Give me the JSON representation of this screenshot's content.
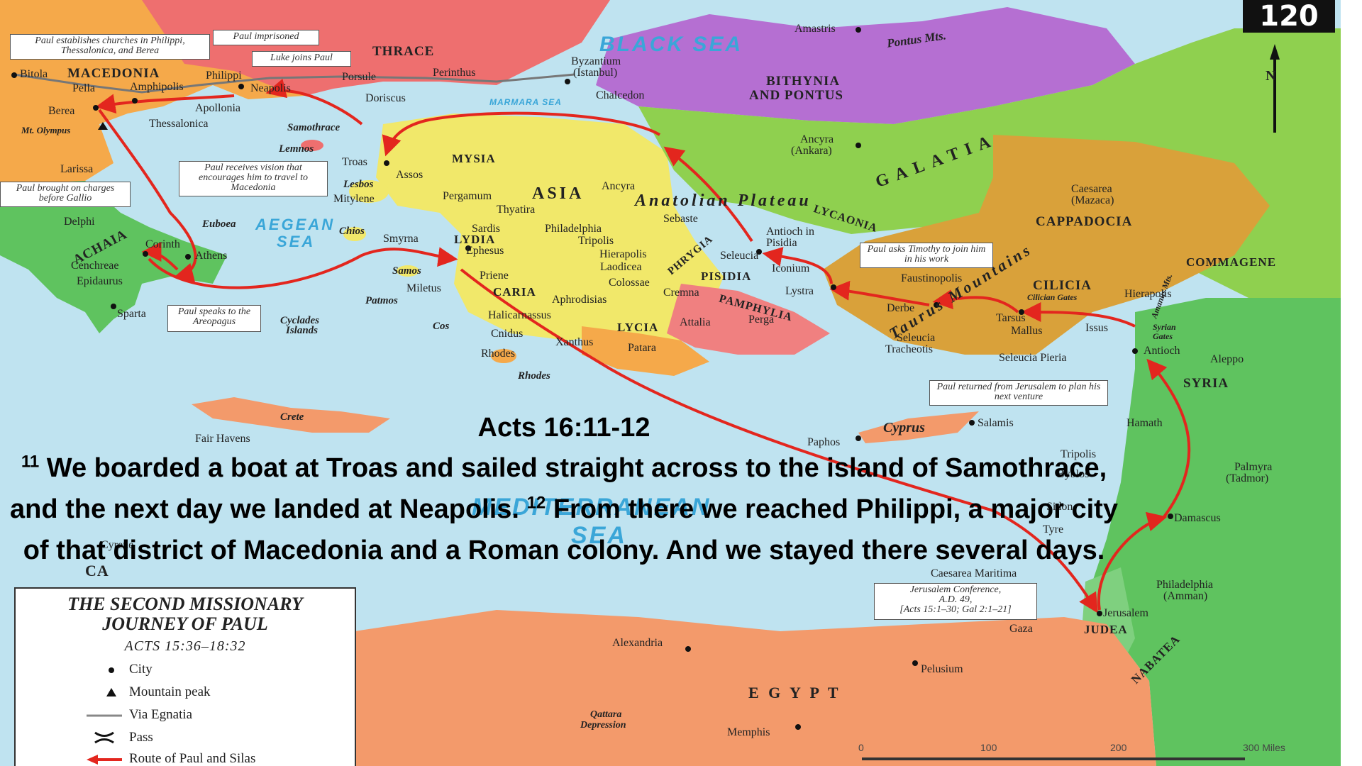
{
  "page_number": "120",
  "scripture": {
    "reference": "Acts 16:11-12",
    "verse11_number": "11",
    "verse11_text": "We boarded a boat at Troas and sailed straight across to the island of Samothrace, and the next day we landed at Neapolis.",
    "verse12_number": "12",
    "verse12_text": "From there we reached Philippi, a major city of that district of Macedonia and a Roman colony. And we stayed there several days."
  },
  "legend": {
    "title_line1": "THE SECOND MISSIONARY",
    "title_line2": "JOURNEY OF PAUL",
    "subtitle": "ACTS 15:36–18:32",
    "items": [
      {
        "label": "City",
        "symbol": "dot"
      },
      {
        "label": "Mountain peak",
        "symbol": "triangle"
      },
      {
        "label": "Via Egnatia",
        "symbol": "gray-line"
      },
      {
        "label": "Pass",
        "symbol": "pass"
      },
      {
        "label": "Route of Paul and Silas",
        "symbol": "red-arrow"
      }
    ]
  },
  "callouts": {
    "churches": "Paul establishes churches in Philippi, Thessalonica, and Berea",
    "imprisoned": "Paul imprisoned",
    "luke": "Luke joins Paul",
    "vision": "Paul receives vision that encourages him to travel to Macedonia",
    "gallio": "Paul brought on charges before Gallio",
    "areopagus": "Paul speaks to the Areopagus",
    "timothy": "Paul asks Timothy to join him in his work",
    "returned": "Paul returned from Jerusalem to plan his next venture",
    "conference_l1": "Jerusalem Conference,",
    "conference_l2": "A.D. 49,",
    "conference_l3": "[Acts 15:1–30; Gal 2:1–21]"
  },
  "regions": {
    "thrace": "THRACE",
    "macedonia": "MACEDONIA",
    "bithynia": "BITHYNIA",
    "and_pontus": "AND PONTUS",
    "galatia": "GALATIA",
    "asia": "ASIA",
    "mysia": "MYSIA",
    "lydia": "LYDIA",
    "caria": "CARIA",
    "lycia": "LYCIA",
    "phrygia": "PHRYGIA",
    "pisidia": "PISIDIA",
    "pamphylia": "PAMPHYLIA",
    "lycaonia": "LYCAONIA",
    "cappadocia": "CAPPADOCIA",
    "cilicia": "CILICIA",
    "commagene": "COMMAGENE",
    "syria": "SYRIA",
    "achaia": "ACHAIA",
    "judea": "JUDEA",
    "nabatea": "NABATEA",
    "egypt": "E G Y P T",
    "cyrene_region": "CA"
  },
  "seas": {
    "black": "BLACK SEA",
    "aegean_1": "AEGEAN",
    "aegean_2": "SEA",
    "med_1": "MEDITERRANEAN",
    "med_2": "SEA",
    "marmara": "MARMARA SEA"
  },
  "features": {
    "anatolian": "Anatolian Plateau",
    "taurus": "Taurus Mountains",
    "pontus_mts": "Pontus Mts.",
    "amanus": "Amanus Mts.",
    "cilician_gates": "Cilician Gates",
    "syrian_gates_1": "Syrian",
    "syrian_gates_2": "Gates",
    "qattara_1": "Qattara",
    "qattara_2": "Depression"
  },
  "islands": {
    "samothrace": "Samothrace",
    "lemnos": "Lemnos",
    "lesbos": "Lesbos",
    "chios": "Chios",
    "samos": "Samos",
    "patmos": "Patmos",
    "cos": "Cos",
    "rhodes_isl": "Rhodes",
    "cyclades_1": "Cyclades",
    "cyclades_2": "Islands",
    "crete": "Crete",
    "cyprus": "Cyprus",
    "euboea": "Euboea"
  },
  "cities": {
    "amastris": "Amastris",
    "byzantium": "Byzantium",
    "istanbul": "(Istanbul)",
    "chalcedon": "Chalcedon",
    "perinthus": "Perinthus",
    "porsule": "Porsule",
    "doriscus": "Doriscus",
    "bitola": "Bitola",
    "pella": "Pella",
    "amphipolis": "Amphipolis",
    "philippi": "Philippi",
    "neapolis": "Neapolis",
    "apollonia": "Apollonia",
    "thessalonica": "Thessalonica",
    "berea": "Berea",
    "olympus": "Mt. Olympus",
    "larissa": "Larissa",
    "troas": "Troas",
    "assos": "Assos",
    "mitylene": "Mitylene",
    "pergamum": "Pergamum",
    "thyatira": "Thyatira",
    "ancyra": "Ancyra",
    "ancyra_big": "Ancyra",
    "ankara": "(Ankara)",
    "sardis": "Sardis",
    "philadelphia": "Philadelphia",
    "smyrna": "Smyrna",
    "ephesus": "Ephesus",
    "priene": "Priene",
    "miletus": "Miletus",
    "tripolis_asia": "Tripolis",
    "hierapolis": "Hierapolis",
    "laodicea": "Laodicea",
    "colossae": "Colossae",
    "aphrodisias": "Aphrodisias",
    "halicarnassus": "Halicarnassus",
    "cnidus": "Cnidus",
    "rhodes": "Rhodes",
    "xanthus": "Xanthus",
    "patara": "Patara",
    "attalia": "Attalia",
    "perga": "Perga",
    "cremna": "Cremna",
    "seleucia_pis": "Seleucia",
    "sebaste": "Sebaste",
    "antioch_pisidia_1": "Antioch in",
    "antioch_pisidia_2": "Pisidia",
    "iconium": "Iconium",
    "lystra": "Lystra",
    "derbe": "Derbe",
    "faustinopolis": "Faustinopolis",
    "caesarea_mazaca_1": "Caesarea",
    "caesarea_mazaca_2": "(Mazaca)",
    "tarsus": "Tarsus",
    "mallus": "Mallus",
    "issus": "Issus",
    "seleucia_trach_1": "Seleucia",
    "seleucia_trach_2": "Tracheotis",
    "seleucia_pieria": "Seleucia Pieria",
    "antioch": "Antioch",
    "aleppo": "Aleppo",
    "hierapolis_syr": "Hierapolis",
    "hamath": "Hamath",
    "tripolis_syr": "Tripolis",
    "byblos": "Byblos",
    "sidon": "Sidon",
    "tyre": "Tyre",
    "damascus": "Damascus",
    "palmyra_1": "Palmyra",
    "palmyra_2": "(Tadmor)",
    "caesarea_maritima": "Caesarea Maritima",
    "philadelphia_amman_1": "Philadelphia",
    "philadelphia_amman_2": "(Amman)",
    "jerusalem": "Jerusalem",
    "gaza": "Gaza",
    "alexandria": "Alexandria",
    "pelusium": "Pelusium",
    "memphis": "Memphis",
    "salamis": "Salamis",
    "paphos": "Paphos",
    "fair_havens": "Fair Havens",
    "cyrene": "Cyrene",
    "delphi": "Delphi",
    "corinth": "Corinth",
    "athens": "Athens",
    "cenchreae": "Cenchreae",
    "epidaurus": "Epidaurus",
    "sparta": "Sparta"
  },
  "scale": {
    "t0": "0",
    "t100": "100",
    "t200": "200",
    "t300": "300 Miles"
  },
  "compass_letter": "N",
  "colors": {
    "route": "#e3261e",
    "sea": "#bfe3f0",
    "macedonia": "#f5a94a",
    "thrace": "#ee6f6f",
    "bithynia": "#b56fd2",
    "asia": "#f1e86a",
    "galatia": "#8fd04f",
    "cappadocia": "#d9a13a",
    "syria": "#5fc35f",
    "egypt": "#f39a6b"
  }
}
